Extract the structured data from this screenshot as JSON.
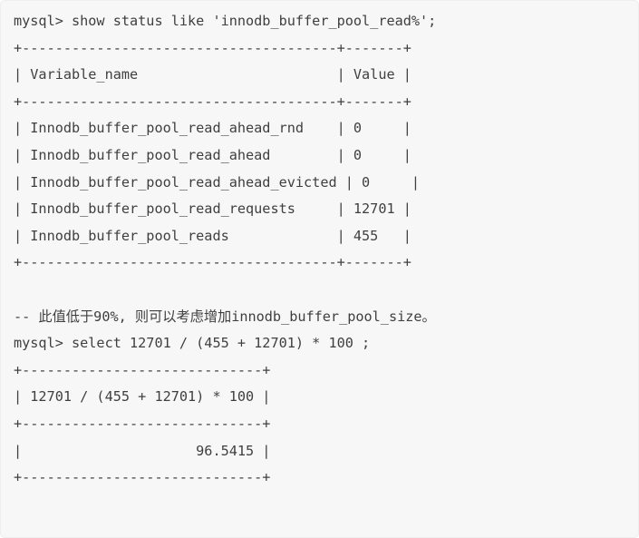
{
  "block": {
    "language": "sql",
    "background_color": "#f7f7f7",
    "text_color": "#3f3f3f",
    "border_color": "#eeeeee"
  },
  "terminal": {
    "prompt": "mysql>",
    "commands": [
      "show status like 'innodb_buffer_pool_read%';",
      "select 12701 / (455 + 12701) * 100 ;"
    ],
    "comment": "-- 此值低于90%, 则可以考虑增加innodb_buffer_pool_size。"
  },
  "result_table_1": {
    "columns": [
      "Variable_name",
      "Value"
    ],
    "rows": [
      {
        "Variable_name": "Innodb_buffer_pool_read_ahead_rnd",
        "Value": "0"
      },
      {
        "Variable_name": "Innodb_buffer_pool_read_ahead",
        "Value": "0"
      },
      {
        "Variable_name": "Innodb_buffer_pool_read_ahead_evicted",
        "Value": "0"
      },
      {
        "Variable_name": "Innodb_buffer_pool_read_requests",
        "Value": "12701"
      },
      {
        "Variable_name": "Innodb_buffer_pool_reads",
        "Value": "455"
      }
    ]
  },
  "result_table_2": {
    "columns": [
      "12701 / (455 + 12701) * 100"
    ],
    "rows": [
      {
        "12701 / (455 + 12701) * 100": "96.5415"
      }
    ]
  },
  "lines": [
    "mysql> show status like 'innodb_buffer_pool_read%';",
    "+--------------------------------------+-------+",
    "| Variable_name                        | Value |",
    "+--------------------------------------+-------+",
    "| Innodb_buffer_pool_read_ahead_rnd    | 0     |",
    "| Innodb_buffer_pool_read_ahead        | 0     |",
    "| Innodb_buffer_pool_read_ahead_evicted | 0     |",
    "| Innodb_buffer_pool_read_requests     | 12701 |",
    "| Innodb_buffer_pool_reads             | 455   |",
    "+--------------------------------------+-------+",
    "",
    "-- 此值低于90%, 则可以考虑增加innodb_buffer_pool_size。",
    "mysql> select 12701 / (455 + 12701) * 100 ;",
    "+-----------------------------+",
    "| 12701 / (455 + 12701) * 100 |",
    "+-----------------------------+",
    "|                     96.5415 |",
    "+-----------------------------+"
  ]
}
